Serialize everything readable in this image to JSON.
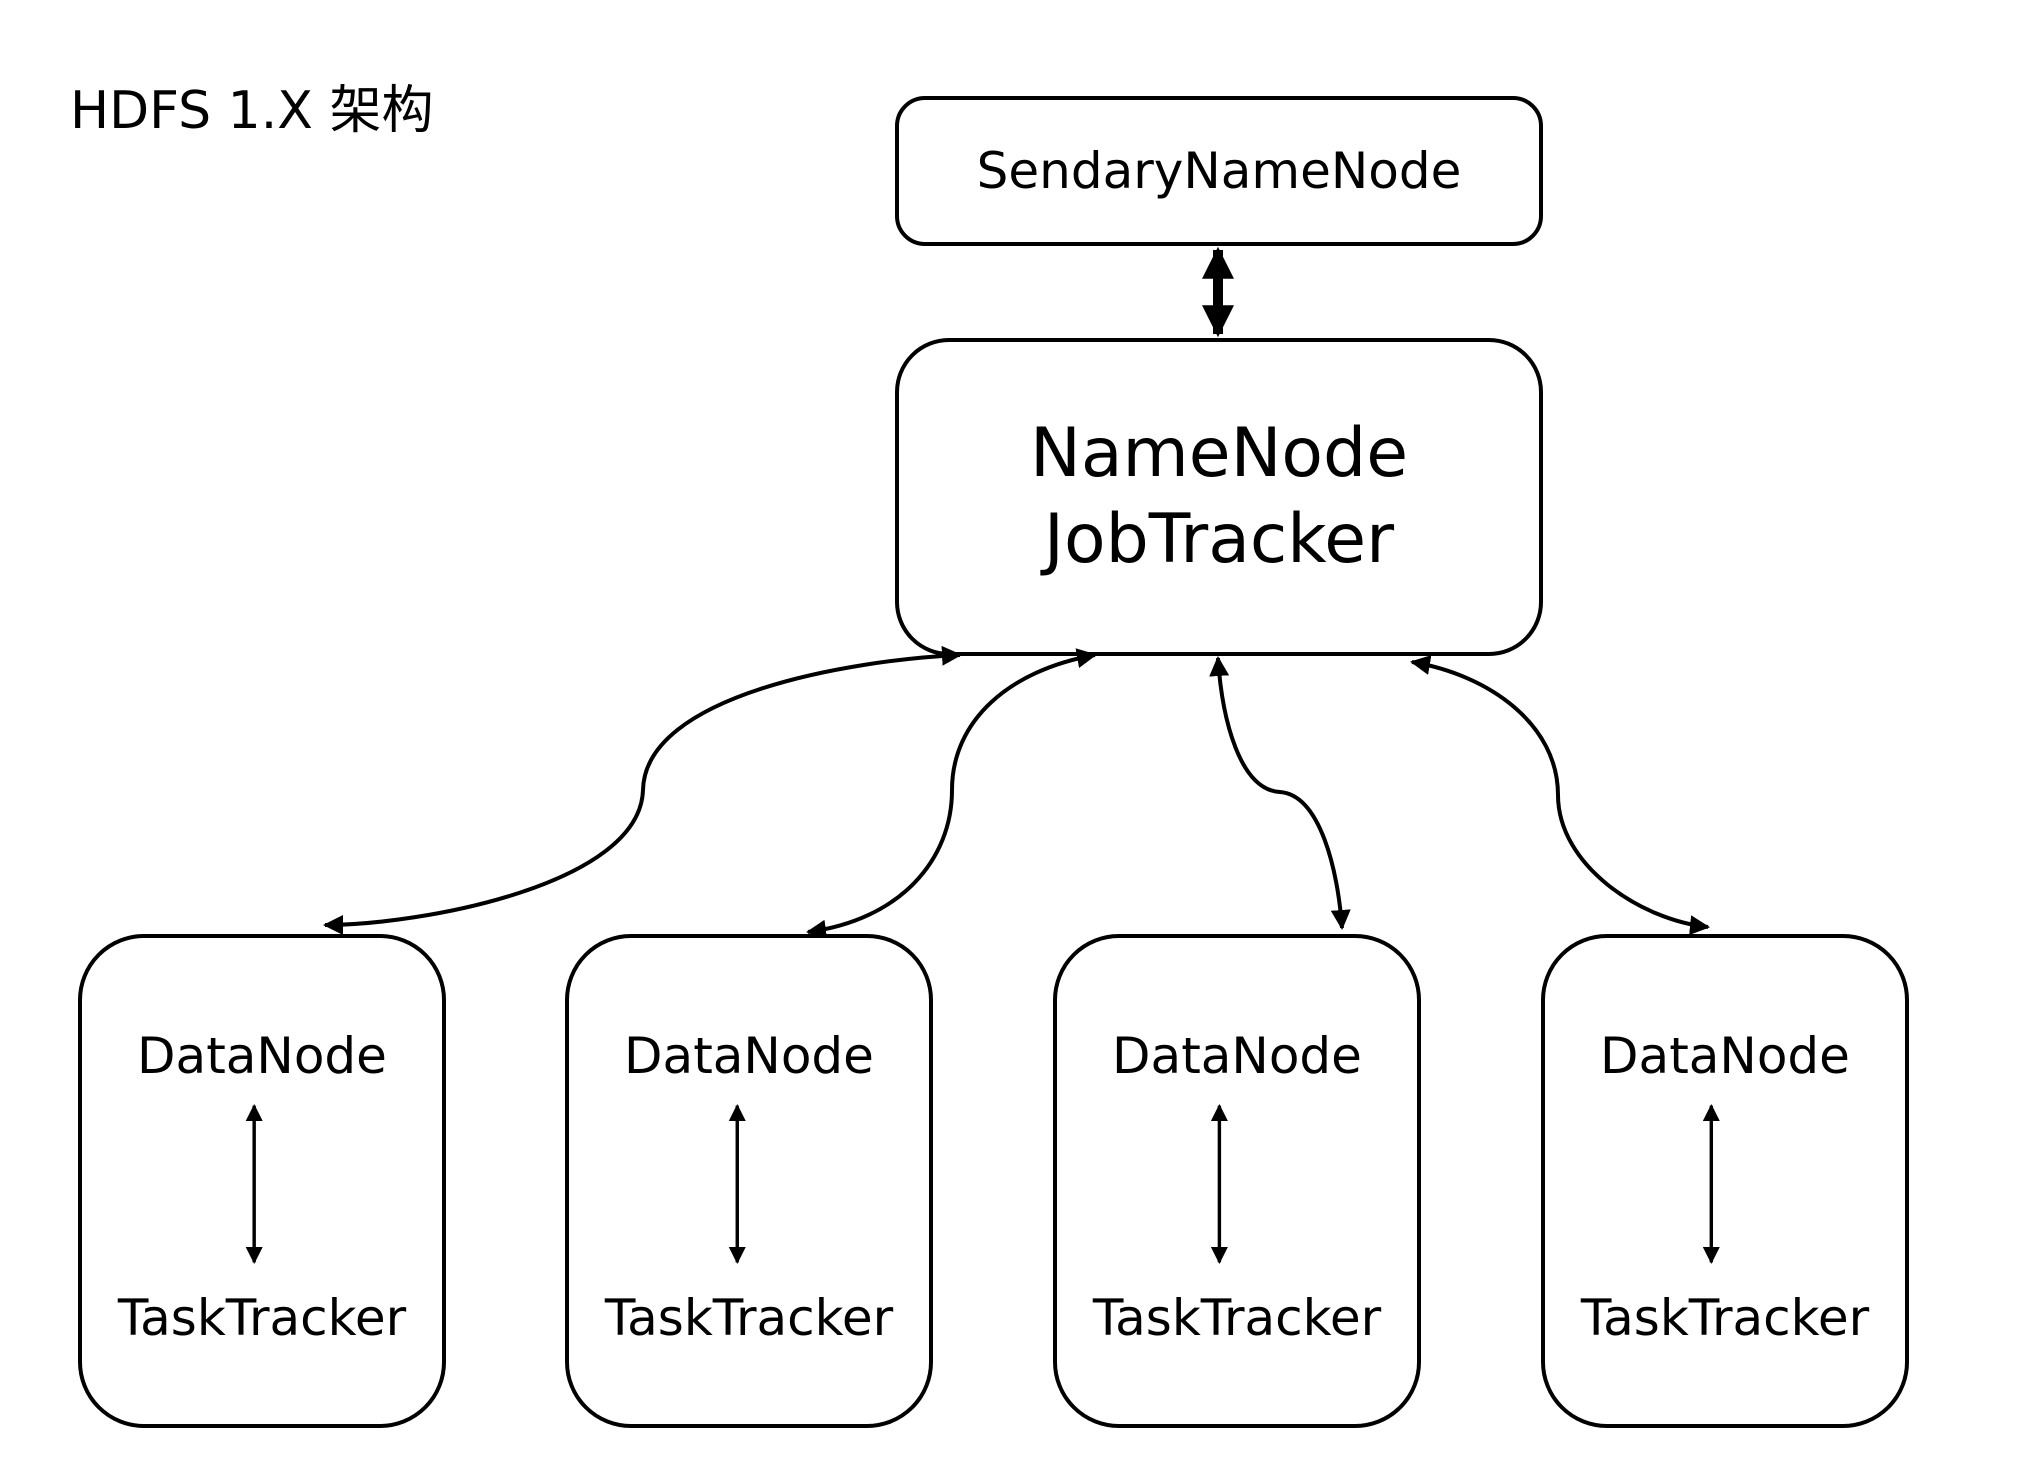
{
  "title": "HDFS 1.X 架构",
  "secondary_node": {
    "label": "SendaryNameNode"
  },
  "master_node": {
    "line1": "NameNode",
    "line2": "JobTracker"
  },
  "worker_nodes": [
    {
      "top_label": "DataNode",
      "bottom_label": "TaskTracker"
    },
    {
      "top_label": "DataNode",
      "bottom_label": "TaskTracker"
    },
    {
      "top_label": "DataNode",
      "bottom_label": "TaskTracker"
    },
    {
      "top_label": "DataNode",
      "bottom_label": "TaskTracker"
    }
  ],
  "colors": {
    "stroke": "#000000",
    "background": "#ffffff"
  }
}
